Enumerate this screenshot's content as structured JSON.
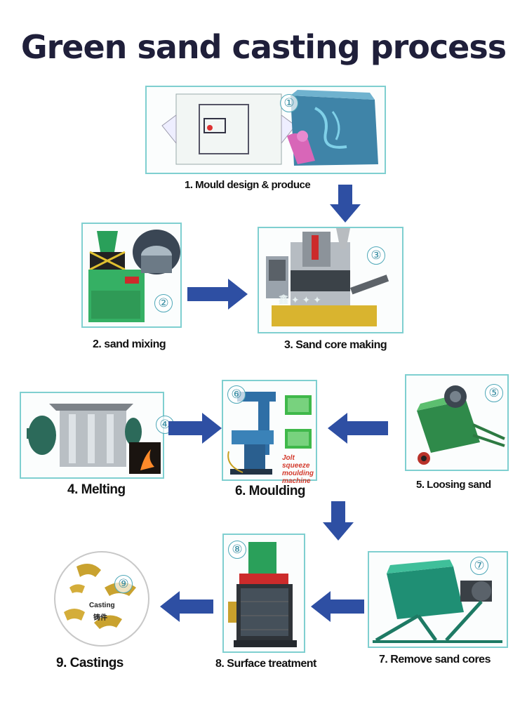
{
  "title": "Green sand casting process",
  "steps": [
    {
      "marker": "①",
      "caption": "1. Mould design & produce"
    },
    {
      "marker": "②",
      "caption": "2. sand mixing"
    },
    {
      "marker": "③",
      "caption": "3. Sand core making"
    },
    {
      "marker": "④",
      "caption": "4.  Melting"
    },
    {
      "marker": "⑤",
      "caption": "5. Loosing sand"
    },
    {
      "marker": "⑥",
      "caption": "6. Moulding"
    },
    {
      "marker": "⑦",
      "caption": "7. Remove sand cores"
    },
    {
      "marker": "⑧",
      "caption": "8. Surface treatment"
    },
    {
      "marker": "⑨",
      "caption": "9. Castings"
    }
  ],
  "moulding_machine_label": [
    "Jolt squeeze",
    "moulding",
    "machine"
  ],
  "castings_label": {
    "en": "Casting",
    "zh": "铸件"
  },
  "colors": {
    "arrow": "#2e4fa3",
    "box_border": "#7fcfd0",
    "machine_green": "#2aa05a",
    "title": "#1f1f3a"
  }
}
